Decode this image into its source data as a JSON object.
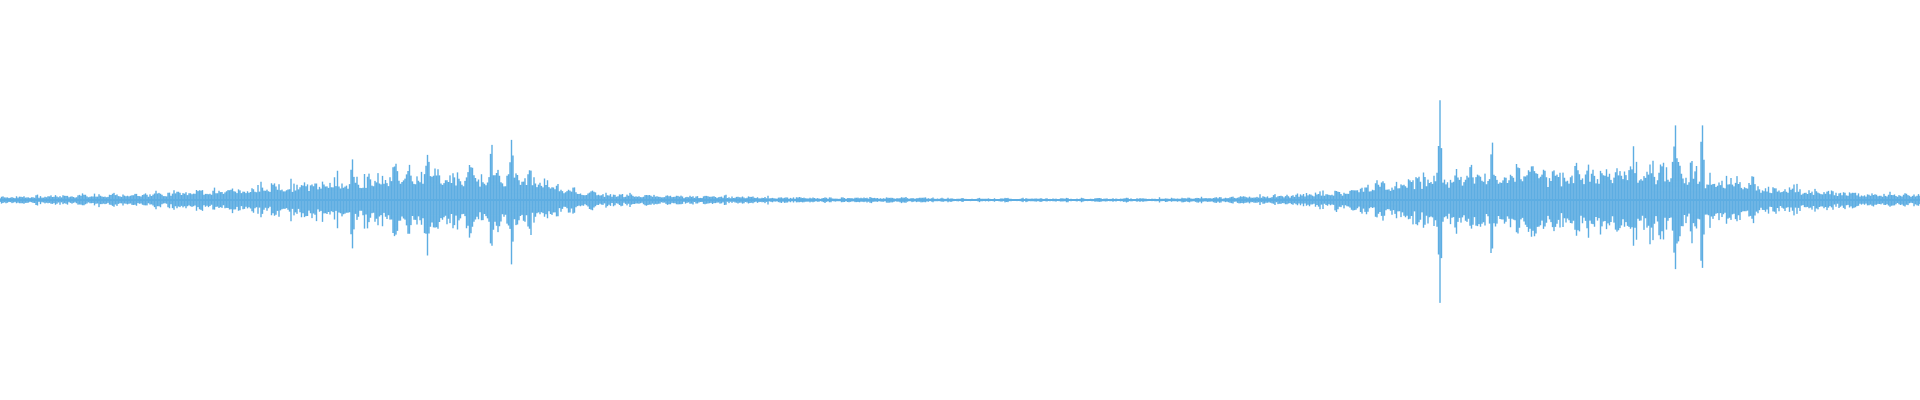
{
  "waveform": {
    "color": "#5dade2",
    "background": "#ffffff",
    "envelope": [
      [
        0.0,
        0.04
      ],
      [
        0.04,
        0.055
      ],
      [
        0.08,
        0.08
      ],
      [
        0.11,
        0.12
      ],
      [
        0.14,
        0.17
      ],
      [
        0.17,
        0.23
      ],
      [
        0.19,
        0.29
      ],
      [
        0.205,
        0.35
      ],
      [
        0.22,
        0.38
      ],
      [
        0.24,
        0.3
      ],
      [
        0.255,
        0.34
      ],
      [
        0.27,
        0.36
      ],
      [
        0.285,
        0.2
      ],
      [
        0.3,
        0.11
      ],
      [
        0.32,
        0.07
      ],
      [
        0.36,
        0.05
      ],
      [
        0.4,
        0.035
      ],
      [
        0.43,
        0.025
      ],
      [
        0.455,
        0.03
      ],
      [
        0.475,
        0.03
      ],
      [
        0.5,
        0.02
      ],
      [
        0.55,
        0.02
      ],
      [
        0.6,
        0.022
      ],
      [
        0.64,
        0.035
      ],
      [
        0.67,
        0.06
      ],
      [
        0.7,
        0.11
      ],
      [
        0.72,
        0.2
      ],
      [
        0.745,
        0.3
      ],
      [
        0.77,
        0.33
      ],
      [
        0.8,
        0.35
      ],
      [
        0.83,
        0.36
      ],
      [
        0.85,
        0.42
      ],
      [
        0.87,
        0.42
      ],
      [
        0.89,
        0.3
      ],
      [
        0.91,
        0.2
      ],
      [
        0.94,
        0.13
      ],
      [
        0.97,
        0.08
      ],
      [
        1.0,
        0.06
      ]
    ],
    "spikes": [
      [
        0.1835,
        0.42
      ],
      [
        0.2225,
        0.45
      ],
      [
        0.256,
        0.51
      ],
      [
        0.2665,
        0.53
      ],
      [
        0.75,
        0.76
      ],
      [
        0.777,
        0.52
      ],
      [
        0.8725,
        0.66
      ],
      [
        0.8865,
        0.68
      ]
    ]
  }
}
